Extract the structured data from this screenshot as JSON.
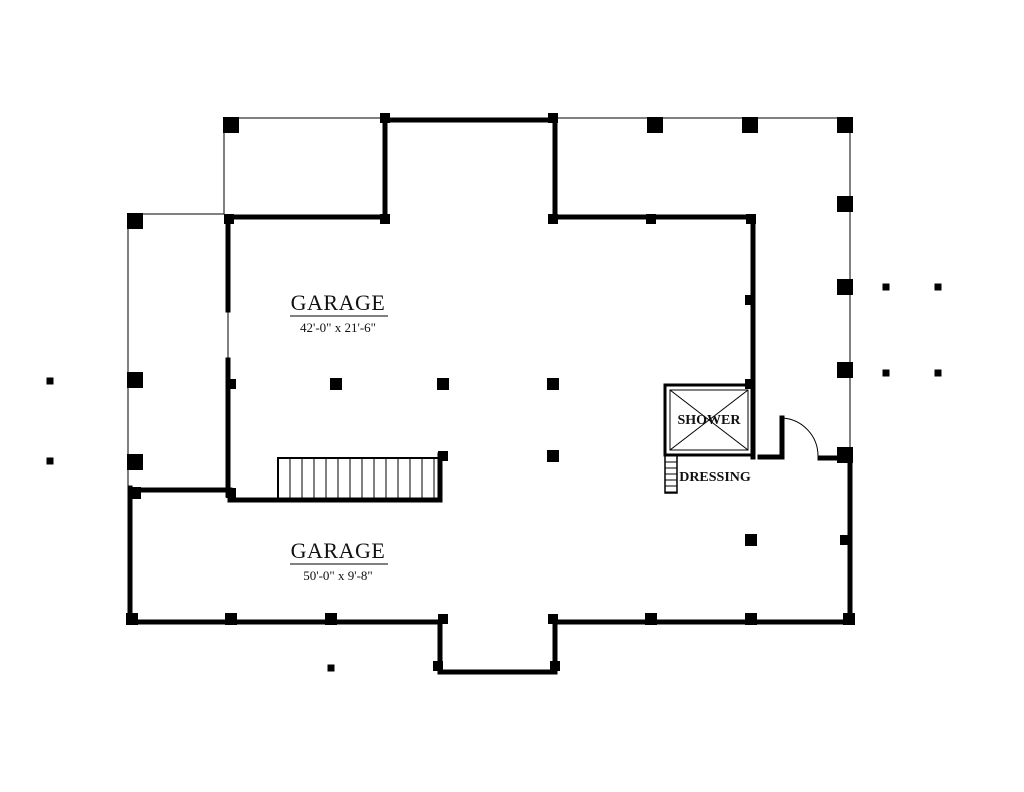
{
  "rooms": {
    "garage_main": {
      "name": "GARAGE",
      "dimensions": "42'-0\" x 21'-6\""
    },
    "garage_lower": {
      "name": "GARAGE",
      "dimensions": "50'-0\" x 9'-8\""
    },
    "shower": {
      "name": "SHOWER"
    },
    "dressing": {
      "name": "DRESSING"
    }
  },
  "colors": {
    "line": "#000000",
    "background": "#ffffff"
  }
}
